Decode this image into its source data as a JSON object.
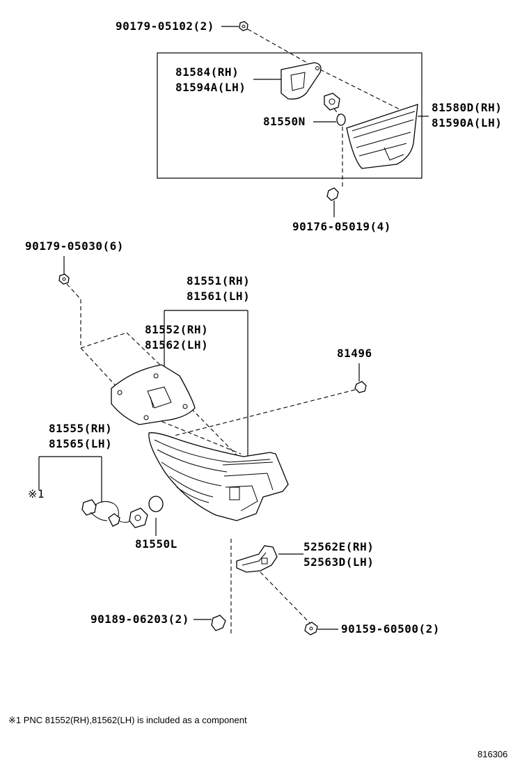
{
  "labels": {
    "p_90179_05102": "90179-05102(2)",
    "p_81584": "81584(RH)",
    "p_81594a": "81594A(LH)",
    "p_81550n": "81550N",
    "p_81580d": "81580D(RH)",
    "p_81590a": "81590A(LH)",
    "p_90176_05019": "90176-05019(4)",
    "p_90179_05030": "90179-05030(6)",
    "p_81551": "81551(RH)",
    "p_81561": "81561(LH)",
    "p_81552": "81552(RH)",
    "p_81562": "81562(LH)",
    "p_81496": "81496",
    "p_81555": "81555(RH)",
    "p_81565": "81565(LH)",
    "p_ref1": "※1",
    "p_81550l": "81550L",
    "p_52562e": "52562E(RH)",
    "p_52563d": "52563D(LH)",
    "p_90189_06203": "90189-06203(2)",
    "p_90159_60500": "90159-60500(2)"
  },
  "footnote": "※1 PNC 81552(RH),81562(LH) is included as a component",
  "diagram_id": "816306"
}
